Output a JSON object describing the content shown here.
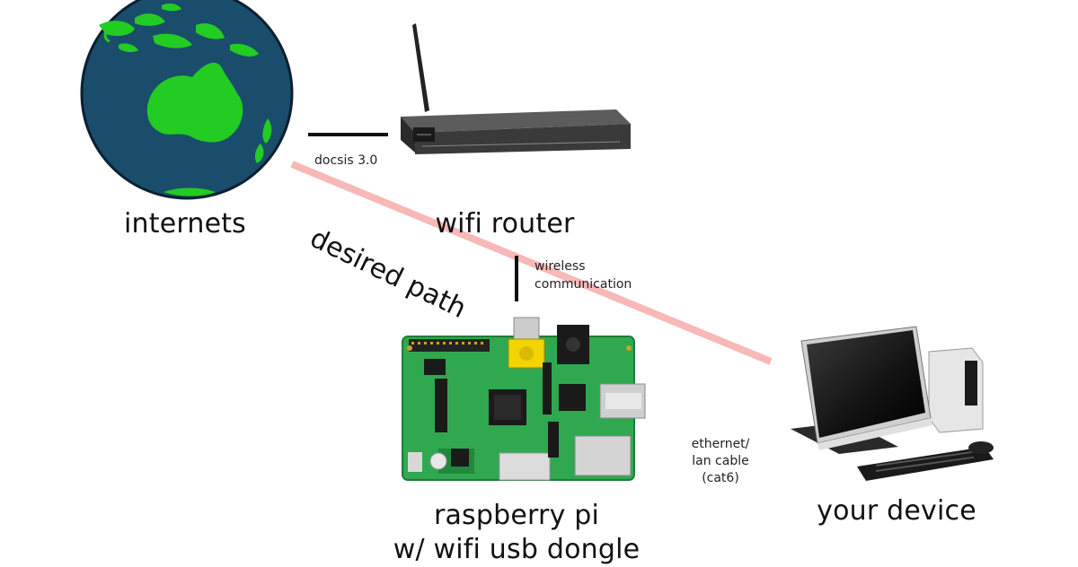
{
  "nodes": {
    "internets": "internets",
    "router": "wifi router",
    "pi_line1": "raspberry pi",
    "pi_line2": "w/ wifi usb dongle",
    "device": "your device"
  },
  "links": {
    "docsis": "docsis 3.0",
    "wireless_line1": "wireless",
    "wireless_line2": "communication",
    "ethernet_line1": "ethernet/",
    "ethernet_line2": "lan cable",
    "ethernet_line3": "(cat6)",
    "desired": "desired path"
  },
  "colors": {
    "ocean": "#1a4d6b",
    "land": "#22cc22",
    "desired_path": "#f7b8b8",
    "pcb": "#2fa84f",
    "ethernet": "#0a1a5a"
  }
}
